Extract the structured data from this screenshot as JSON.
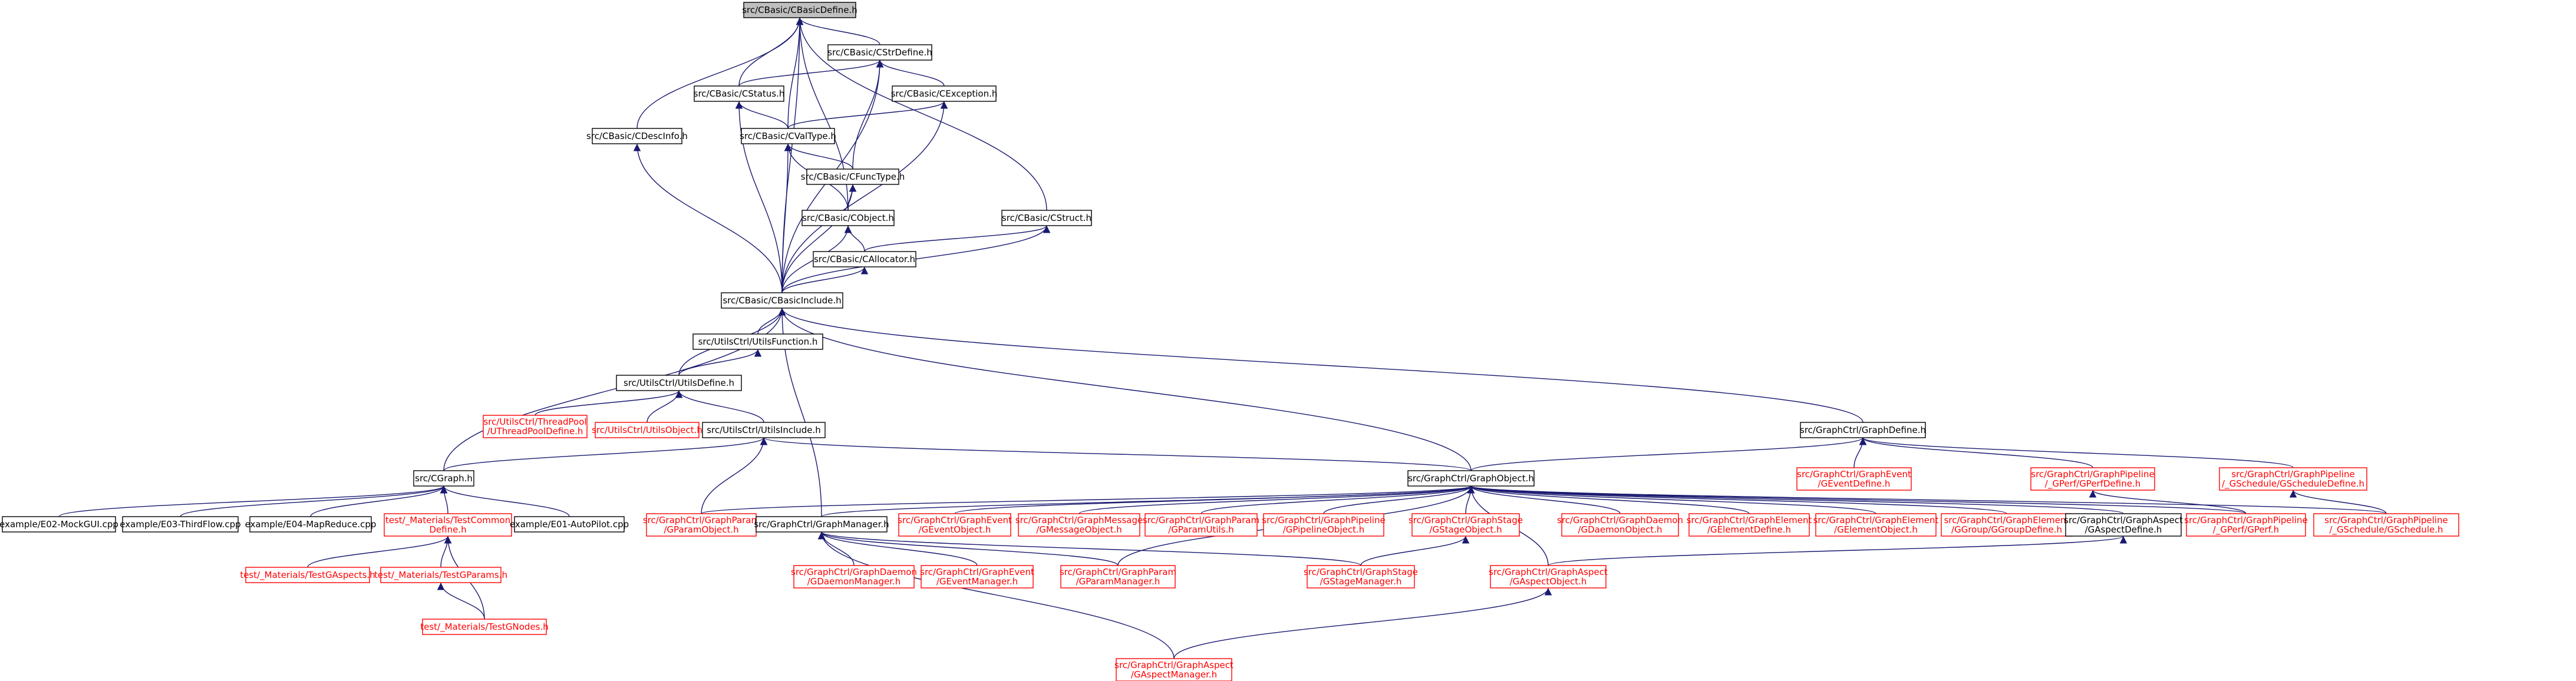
{
  "graph": {
    "colors": {
      "edge": "#191970",
      "normal_border": "#000000",
      "missing_border": "#ff0000",
      "root_fill": "#bfbfbf"
    },
    "nodes": [
      {
        "id": "cbasicdefine",
        "lines": [
          "src/CBasic/CBasicDefine.h"
        ],
        "root": true
      },
      {
        "id": "cstrdefine",
        "lines": [
          "src/CBasic/CStrDefine.h"
        ]
      },
      {
        "id": "cstatus",
        "lines": [
          "src/CBasic/CStatus.h"
        ]
      },
      {
        "id": "cexception",
        "lines": [
          "src/CBasic/CException.h"
        ]
      },
      {
        "id": "cdescinfo",
        "lines": [
          "src/CBasic/CDescInfo.h"
        ]
      },
      {
        "id": "cvaltype",
        "lines": [
          "src/CBasic/CValType.h"
        ]
      },
      {
        "id": "cfunctype",
        "lines": [
          "src/CBasic/CFuncType.h"
        ]
      },
      {
        "id": "cobject",
        "lines": [
          "src/CBasic/CObject.h"
        ]
      },
      {
        "id": "cstruct",
        "lines": [
          "src/CBasic/CStruct.h"
        ]
      },
      {
        "id": "callocator",
        "lines": [
          "src/CBasic/CAllocator.h"
        ]
      },
      {
        "id": "cbasicinclude",
        "lines": [
          "src/CBasic/CBasicInclude.h"
        ]
      },
      {
        "id": "utilsfunction",
        "lines": [
          "src/UtilsCtrl/UtilsFunction.h"
        ]
      },
      {
        "id": "utilsdefine",
        "lines": [
          "src/UtilsCtrl/UtilsDefine.h"
        ]
      },
      {
        "id": "threadpooldefine",
        "lines": [
          "src/UtilsCtrl/ThreadPool",
          "/UThreadPoolDefine.h"
        ],
        "red": true
      },
      {
        "id": "utilsobject",
        "lines": [
          "src/UtilsCtrl/UtilsObject.h"
        ],
        "red": true
      },
      {
        "id": "utilsinclude",
        "lines": [
          "src/UtilsCtrl/UtilsInclude.h"
        ]
      },
      {
        "id": "graphdefine",
        "lines": [
          "src/GraphCtrl/GraphDefine.h"
        ]
      },
      {
        "id": "cgraph",
        "lines": [
          "src/CGraph.h"
        ]
      },
      {
        "id": "graphobject",
        "lines": [
          "src/GraphCtrl/GraphObject.h"
        ]
      },
      {
        "id": "geventdefine",
        "lines": [
          "src/GraphCtrl/GraphEvent",
          "/GEventDefine.h"
        ],
        "red": true
      },
      {
        "id": "gperfdefine",
        "lines": [
          "src/GraphCtrl/GraphPipeline",
          "/_GPerf/GPerfDefine.h"
        ],
        "red": true
      },
      {
        "id": "gscheduledefine",
        "lines": [
          "src/GraphCtrl/GraphPipeline",
          "/_GSchedule/GScheduleDefine.h"
        ],
        "red": true
      },
      {
        "id": "e02",
        "lines": [
          "example/E02-MockGUI.cpp"
        ]
      },
      {
        "id": "e03",
        "lines": [
          "example/E03-ThirdFlow.cpp"
        ]
      },
      {
        "id": "e04",
        "lines": [
          "example/E04-MapReduce.cpp"
        ]
      },
      {
        "id": "testcommon",
        "lines": [
          "test/_Materials/TestCommon",
          "Define.h"
        ],
        "red": true
      },
      {
        "id": "e01",
        "lines": [
          "example/E01-AutoPilot.cpp"
        ]
      },
      {
        "id": "gparamobject",
        "lines": [
          "src/GraphCtrl/GraphParam",
          "/GParamObject.h"
        ],
        "red": true
      },
      {
        "id": "graphmanager",
        "lines": [
          "src/GraphCtrl/GraphManager.h"
        ]
      },
      {
        "id": "geventobject",
        "lines": [
          "src/GraphCtrl/GraphEvent",
          "/GEventObject.h"
        ],
        "red": true
      },
      {
        "id": "gmessageobject",
        "lines": [
          "src/GraphCtrl/GraphMessage",
          "/GMessageObject.h"
        ],
        "red": true
      },
      {
        "id": "gparamutils",
        "lines": [
          "src/GraphCtrl/GraphParam",
          "/GParamUtils.h"
        ],
        "red": true
      },
      {
        "id": "gpipelineobject",
        "lines": [
          "src/GraphCtrl/GraphPipeline",
          "/GPipelineObject.h"
        ],
        "red": true
      },
      {
        "id": "gstageobject",
        "lines": [
          "src/GraphCtrl/GraphStage",
          "/GStageObject.h"
        ],
        "red": true
      },
      {
        "id": "gdaemonobject",
        "lines": [
          "src/GraphCtrl/GraphDaemon",
          "/GDaemonObject.h"
        ],
        "red": true
      },
      {
        "id": "gelementdefine",
        "lines": [
          "src/GraphCtrl/GraphElement",
          "/GElementDefine.h"
        ],
        "red": true
      },
      {
        "id": "gelementobject",
        "lines": [
          "src/GraphCtrl/GraphElement",
          "/GElementObject.h"
        ],
        "red": true
      },
      {
        "id": "ggroupdefine",
        "lines": [
          "src/GraphCtrl/GraphElement",
          "/GGroup/GGroupDefine.h"
        ],
        "red": true
      },
      {
        "id": "gaspectdefine",
        "lines": [
          "src/GraphCtrl/GraphAspect",
          "/GAspectDefine.h"
        ]
      },
      {
        "id": "gperf",
        "lines": [
          "src/GraphCtrl/GraphPipeline",
          "/_GPerf/GPerf.h"
        ],
        "red": true
      },
      {
        "id": "gschedule",
        "lines": [
          "src/GraphCtrl/GraphPipeline",
          "/_GSchedule/GSchedule.h"
        ],
        "red": true
      },
      {
        "id": "testgaspects",
        "lines": [
          "test/_Materials/TestGAspects.h"
        ],
        "red": true
      },
      {
        "id": "testgparams",
        "lines": [
          "test/_Materials/TestGParams.h"
        ],
        "red": true
      },
      {
        "id": "gdaemonmanager",
        "lines": [
          "src/GraphCtrl/GraphDaemon",
          "/GDaemonManager.h"
        ],
        "red": true
      },
      {
        "id": "geventmanager",
        "lines": [
          "src/GraphCtrl/GraphEvent",
          "/GEventManager.h"
        ],
        "red": true
      },
      {
        "id": "gparammanager",
        "lines": [
          "src/GraphCtrl/GraphParam",
          "/GParamManager.h"
        ],
        "red": true
      },
      {
        "id": "gstagemanager",
        "lines": [
          "src/GraphCtrl/GraphStage",
          "/GStageManager.h"
        ],
        "red": true
      },
      {
        "id": "gaspectobject",
        "lines": [
          "src/GraphCtrl/GraphAspect",
          "/GAspectObject.h"
        ],
        "red": true
      },
      {
        "id": "testgnodes",
        "lines": [
          "test/_Materials/TestGNodes.h"
        ],
        "red": true
      },
      {
        "id": "gaspectmanager",
        "lines": [
          "src/GraphCtrl/GraphAspect",
          "/GAspectManager.h"
        ],
        "red": true
      }
    ],
    "edges": [
      [
        "cbasicdefine",
        "cstrdefine"
      ],
      [
        "cbasicdefine",
        "cstatus"
      ],
      [
        "cbasicdefine",
        "cdescinfo"
      ],
      [
        "cbasicdefine",
        "cvaltype"
      ],
      [
        "cbasicdefine",
        "cobject"
      ],
      [
        "cbasicdefine",
        "cstruct"
      ],
      [
        "cbasicdefine",
        "cbasicinclude"
      ],
      [
        "cstrdefine",
        "cstatus"
      ],
      [
        "cstrdefine",
        "cexception"
      ],
      [
        "cstrdefine",
        "cfunctype"
      ],
      [
        "cstrdefine",
        "cbasicinclude"
      ],
      [
        "cstatus",
        "cvaltype"
      ],
      [
        "cstatus",
        "cbasicinclude"
      ],
      [
        "cexception",
        "cvaltype"
      ],
      [
        "cexception",
        "cbasicinclude"
      ],
      [
        "cdescinfo",
        "cbasicinclude"
      ],
      [
        "cvaltype",
        "cfunctype"
      ],
      [
        "cvaltype",
        "cobject"
      ],
      [
        "cvaltype",
        "cbasicinclude"
      ],
      [
        "cfunctype",
        "cobject"
      ],
      [
        "cfunctype",
        "cbasicinclude"
      ],
      [
        "cobject",
        "callocator"
      ],
      [
        "cobject",
        "cbasicinclude"
      ],
      [
        "cstruct",
        "callocator"
      ],
      [
        "cstruct",
        "cbasicinclude"
      ],
      [
        "callocator",
        "cbasicinclude"
      ],
      [
        "cbasicinclude",
        "utilsfunction"
      ],
      [
        "cbasicinclude",
        "utilsdefine"
      ],
      [
        "cbasicinclude",
        "graphdefine"
      ],
      [
        "cbasicinclude",
        "cgraph"
      ],
      [
        "cbasicinclude",
        "graphobject"
      ],
      [
        "cbasicinclude",
        "graphmanager"
      ],
      [
        "utilsfunction",
        "utilsdefine"
      ],
      [
        "utilsdefine",
        "threadpooldefine"
      ],
      [
        "utilsdefine",
        "utilsobject"
      ],
      [
        "utilsdefine",
        "utilsinclude"
      ],
      [
        "utilsinclude",
        "cgraph"
      ],
      [
        "utilsinclude",
        "graphobject"
      ],
      [
        "utilsinclude",
        "gparamobject"
      ],
      [
        "graphdefine",
        "graphobject"
      ],
      [
        "graphdefine",
        "geventdefine"
      ],
      [
        "graphdefine",
        "gperfdefine"
      ],
      [
        "graphdefine",
        "gscheduledefine"
      ],
      [
        "cgraph",
        "e02"
      ],
      [
        "cgraph",
        "e03"
      ],
      [
        "cgraph",
        "e04"
      ],
      [
        "cgraph",
        "testcommon"
      ],
      [
        "cgraph",
        "e01"
      ],
      [
        "graphobject",
        "gparamobject"
      ],
      [
        "graphobject",
        "graphmanager"
      ],
      [
        "graphobject",
        "geventobject"
      ],
      [
        "graphobject",
        "gmessageobject"
      ],
      [
        "graphobject",
        "gparamutils"
      ],
      [
        "graphobject",
        "gpipelineobject"
      ],
      [
        "graphobject",
        "gstageobject"
      ],
      [
        "graphobject",
        "gdaemonobject"
      ],
      [
        "graphobject",
        "gelementdefine"
      ],
      [
        "graphobject",
        "gelementobject"
      ],
      [
        "graphobject",
        "ggroupdefine"
      ],
      [
        "graphobject",
        "gaspectdefine"
      ],
      [
        "graphobject",
        "gperf"
      ],
      [
        "graphobject",
        "gschedule"
      ],
      [
        "graphobject",
        "gparammanager"
      ],
      [
        "graphobject",
        "gaspectobject"
      ],
      [
        "gperfdefine",
        "gperf"
      ],
      [
        "gscheduledefine",
        "gschedule"
      ],
      [
        "testcommon",
        "testgaspects"
      ],
      [
        "testcommon",
        "testgparams"
      ],
      [
        "testcommon",
        "testgnodes"
      ],
      [
        "testgparams",
        "testgnodes"
      ],
      [
        "graphmanager",
        "gdaemonmanager"
      ],
      [
        "graphmanager",
        "geventmanager"
      ],
      [
        "graphmanager",
        "gparammanager"
      ],
      [
        "graphmanager",
        "gstagemanager"
      ],
      [
        "graphmanager",
        "gaspectmanager"
      ],
      [
        "gstageobject",
        "gstagemanager"
      ],
      [
        "gaspectdefine",
        "gaspectobject"
      ],
      [
        "gaspectobject",
        "gaspectmanager"
      ]
    ]
  }
}
